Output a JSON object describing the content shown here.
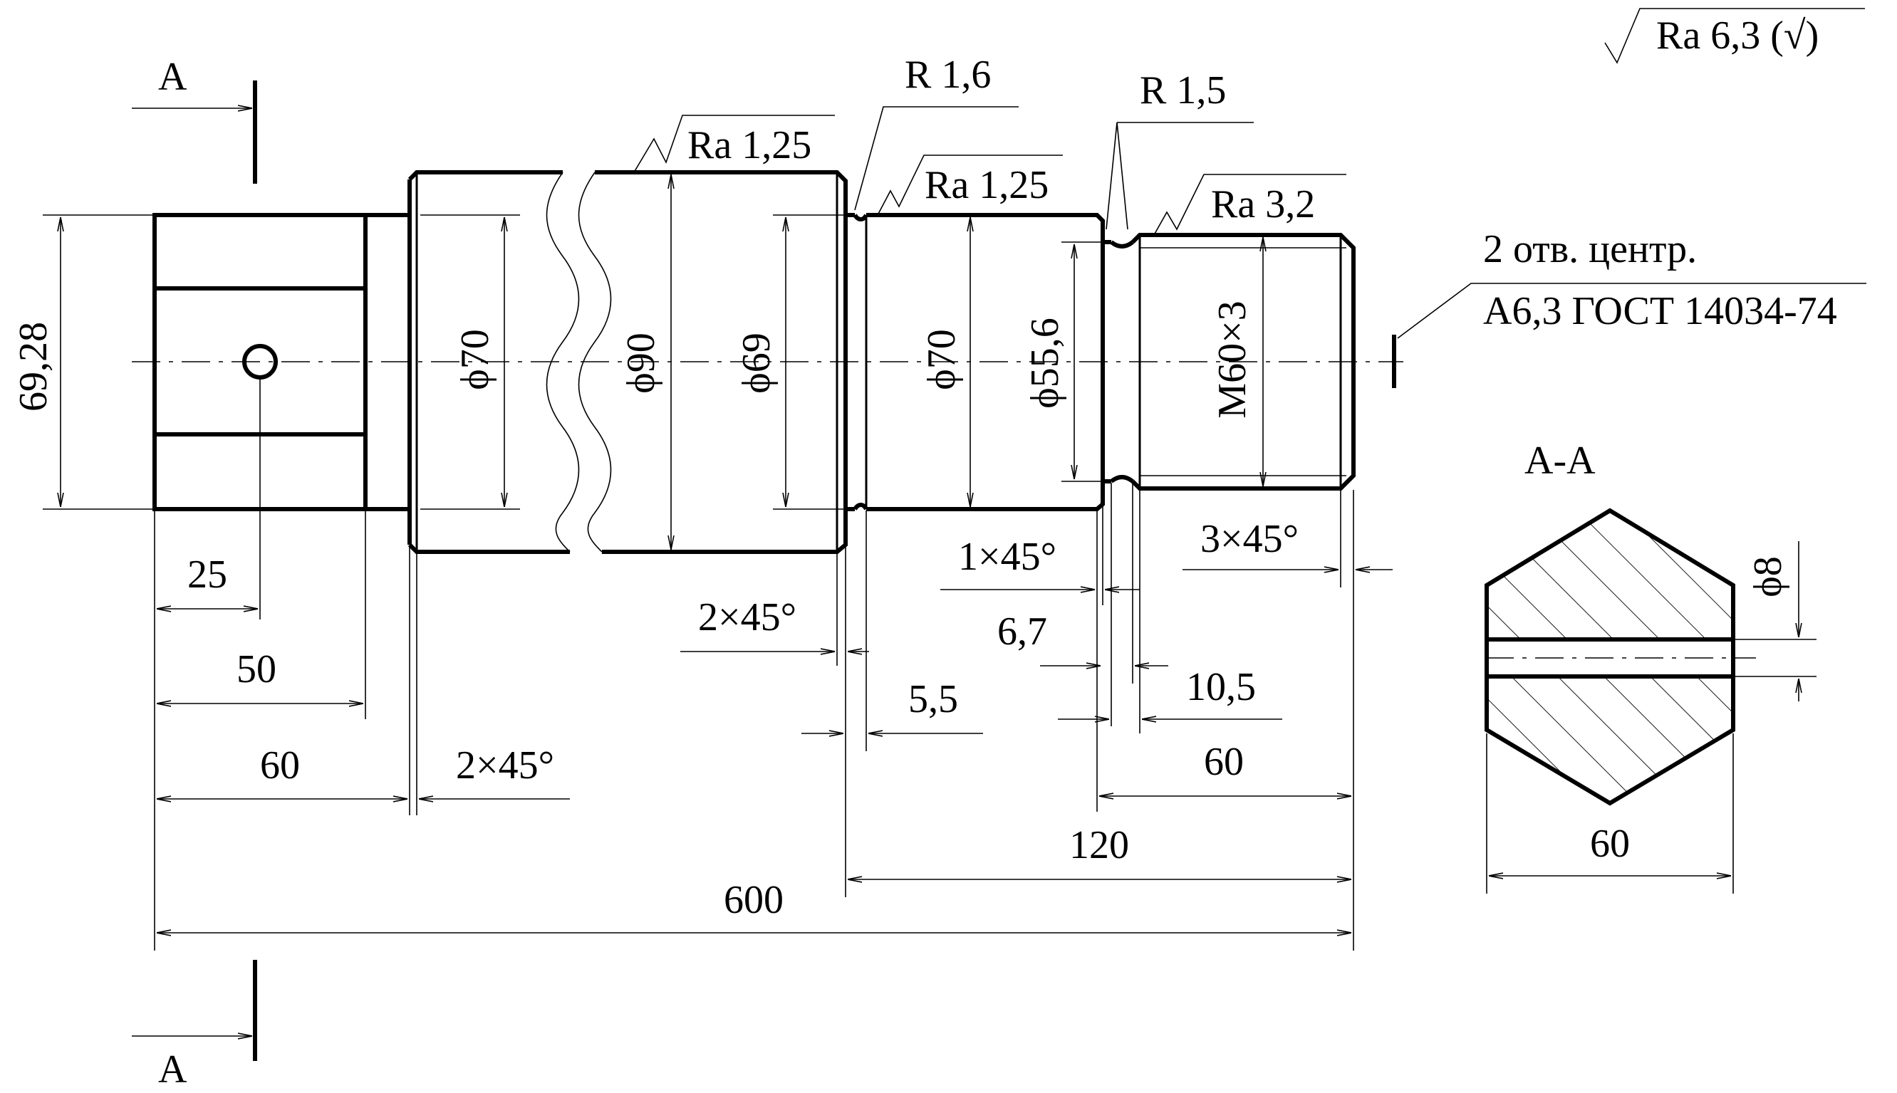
{
  "section_marks": {
    "top": "A",
    "bottom": "A"
  },
  "section_title": "A-A",
  "general_roughness": "Ra 6,3 (√)",
  "center_holes_note": {
    "line1": "2 отв. центр.",
    "line2": "А6,3 ГОСТ 14034-74"
  },
  "roughness": {
    "r1": "Ra 1,25",
    "r2": "Ra 1,25",
    "r3": "Ra 3,2"
  },
  "radii": {
    "r1": "R 1,6",
    "r2": "R 1,5"
  },
  "diameters": {
    "d69_28": "69,28",
    "d70a": "ϕ70",
    "d90": "ϕ90",
    "d69": "ϕ69",
    "d70b": "ϕ70",
    "d55_6": "ϕ55,6",
    "thread": "M60×3"
  },
  "lengths": {
    "l25": "25",
    "l50": "50",
    "l60a": "60",
    "c2x45a": "2×45°",
    "c2x45b": "2×45°",
    "l5_5": "5,5",
    "c1x45": "1×45°",
    "l6_7": "6,7",
    "l10_5": "10,5",
    "c3x45": "3×45°",
    "l60b": "60",
    "l120": "120",
    "l600": "600"
  },
  "section_dims": {
    "width": "60",
    "hole": "ϕ8"
  }
}
